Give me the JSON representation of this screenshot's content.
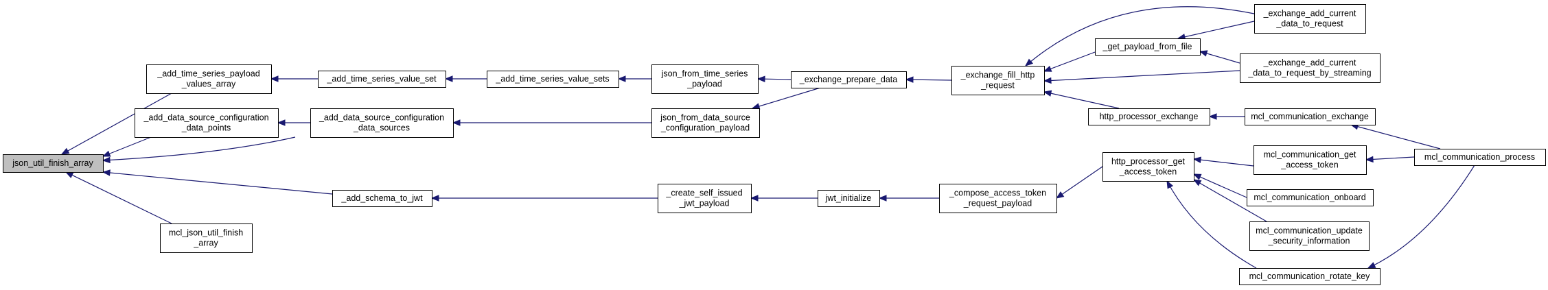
{
  "nodes": [
    {
      "id": "json_util_finish_array",
      "lines": [
        "json_util_finish_array"
      ],
      "highlight": true
    },
    {
      "id": "add_ts_payload_values_array",
      "lines": [
        "_add_time_series_payload",
        "_values_array"
      ]
    },
    {
      "id": "add_dsc_data_points",
      "lines": [
        "_add_data_source_configuration",
        "_data_points"
      ]
    },
    {
      "id": "mcl_json_util_finish_array",
      "lines": [
        "mcl_json_util_finish",
        "_array"
      ]
    },
    {
      "id": "add_ts_value_set",
      "lines": [
        "_add_time_series_value_set"
      ]
    },
    {
      "id": "add_dsc_data_sources",
      "lines": [
        "_add_data_source_configuration",
        "_data_sources"
      ]
    },
    {
      "id": "add_schema_to_jwt",
      "lines": [
        "_add_schema_to_jwt"
      ]
    },
    {
      "id": "add_ts_value_sets",
      "lines": [
        "_add_time_series_value_sets"
      ]
    },
    {
      "id": "json_from_ts_payload",
      "lines": [
        "json_from_time_series",
        "_payload"
      ]
    },
    {
      "id": "json_from_dsc_payload",
      "lines": [
        "json_from_data_source",
        "_configuration_payload"
      ]
    },
    {
      "id": "create_self_issued_jwt_payload",
      "lines": [
        "_create_self_issued",
        "_jwt_payload"
      ]
    },
    {
      "id": "exchange_prepare_data",
      "lines": [
        "_exchange_prepare_data"
      ]
    },
    {
      "id": "jwt_initialize",
      "lines": [
        "jwt_initialize"
      ]
    },
    {
      "id": "exchange_fill_http_request",
      "lines": [
        "_exchange_fill_http",
        "_request"
      ]
    },
    {
      "id": "compose_access_token_request_payload",
      "lines": [
        "_compose_access_token",
        "_request_payload"
      ]
    },
    {
      "id": "get_payload_from_file",
      "lines": [
        "_get_payload_from_file"
      ]
    },
    {
      "id": "http_processor_exchange",
      "lines": [
        "http_processor_exchange"
      ]
    },
    {
      "id": "http_processor_get_access_token",
      "lines": [
        "http_processor_get",
        "_access_token"
      ]
    },
    {
      "id": "exchange_add_current_data_to_request",
      "lines": [
        "_exchange_add_current",
        "_data_to_request"
      ]
    },
    {
      "id": "exchange_add_current_data_to_request_by_streaming",
      "lines": [
        "_exchange_add_current",
        "_data_to_request_by_streaming"
      ]
    },
    {
      "id": "mcl_communication_exchange",
      "lines": [
        "mcl_communication_exchange"
      ]
    },
    {
      "id": "mcl_communication_get_access_token",
      "lines": [
        "mcl_communication_get",
        "_access_token"
      ]
    },
    {
      "id": "mcl_communication_onboard",
      "lines": [
        "mcl_communication_onboard"
      ]
    },
    {
      "id": "mcl_communication_update_security_information",
      "lines": [
        "mcl_communication_update",
        "_security_information"
      ]
    },
    {
      "id": "mcl_communication_rotate_key",
      "lines": [
        "mcl_communication_rotate_key"
      ]
    },
    {
      "id": "mcl_communication_process",
      "lines": [
        "mcl_communication_process"
      ]
    }
  ],
  "edges": [
    {
      "from": "add_ts_payload_values_array",
      "to": "json_util_finish_array"
    },
    {
      "from": "add_dsc_data_points",
      "to": "json_util_finish_array"
    },
    {
      "from": "add_dsc_data_sources",
      "to": "json_util_finish_array"
    },
    {
      "from": "add_schema_to_jwt",
      "to": "json_util_finish_array"
    },
    {
      "from": "mcl_json_util_finish_array",
      "to": "json_util_finish_array"
    },
    {
      "from": "add_ts_value_set",
      "to": "add_ts_payload_values_array"
    },
    {
      "from": "add_dsc_data_sources",
      "to": "add_dsc_data_points"
    },
    {
      "from": "add_ts_value_sets",
      "to": "add_ts_value_set"
    },
    {
      "from": "json_from_dsc_payload",
      "to": "add_dsc_data_sources"
    },
    {
      "from": "create_self_issued_jwt_payload",
      "to": "add_schema_to_jwt"
    },
    {
      "from": "json_from_ts_payload",
      "to": "add_ts_value_sets"
    },
    {
      "from": "exchange_prepare_data",
      "to": "json_from_ts_payload"
    },
    {
      "from": "exchange_prepare_data",
      "to": "json_from_dsc_payload"
    },
    {
      "from": "jwt_initialize",
      "to": "create_self_issued_jwt_payload"
    },
    {
      "from": "exchange_fill_http_request",
      "to": "exchange_prepare_data"
    },
    {
      "from": "compose_access_token_request_payload",
      "to": "jwt_initialize"
    },
    {
      "from": "exchange_add_current_data_to_request",
      "to": "exchange_fill_http_request"
    },
    {
      "from": "get_payload_from_file",
      "to": "exchange_fill_http_request"
    },
    {
      "from": "exchange_add_current_data_to_request_by_streaming",
      "to": "exchange_fill_http_request"
    },
    {
      "from": "http_processor_exchange",
      "to": "exchange_fill_http_request"
    },
    {
      "from": "http_processor_get_access_token",
      "to": "compose_access_token_request_payload"
    },
    {
      "from": "exchange_add_current_data_to_request",
      "to": "get_payload_from_file"
    },
    {
      "from": "exchange_add_current_data_to_request_by_streaming",
      "to": "get_payload_from_file"
    },
    {
      "from": "mcl_communication_exchange",
      "to": "http_processor_exchange"
    },
    {
      "from": "mcl_communication_get_access_token",
      "to": "http_processor_get_access_token"
    },
    {
      "from": "mcl_communication_onboard",
      "to": "http_processor_get_access_token"
    },
    {
      "from": "mcl_communication_update_security_information",
      "to": "http_processor_get_access_token"
    },
    {
      "from": "mcl_communication_rotate_key",
      "to": "http_processor_get_access_token"
    },
    {
      "from": "mcl_communication_process",
      "to": "mcl_communication_exchange"
    },
    {
      "from": "mcl_communication_process",
      "to": "mcl_communication_get_access_token"
    },
    {
      "from": "mcl_communication_process",
      "to": "mcl_communication_rotate_key"
    }
  ]
}
